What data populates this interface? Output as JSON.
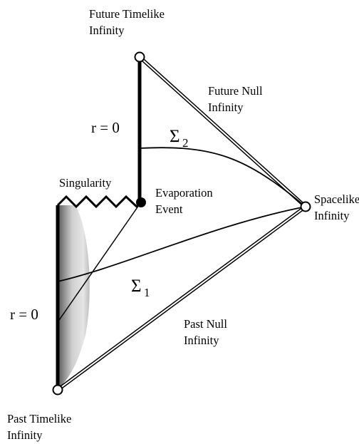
{
  "labels": {
    "future_timelike_line1": "Future Timelike",
    "future_timelike_line2": "Infinity",
    "future_null_line1": "Future Null",
    "future_null_line2": "Infinity",
    "r0_upper": "r = 0",
    "sigma2_symbol": "Σ",
    "sigma2_sub": "2",
    "singularity": "Singularity",
    "evaporation_line1": "Evaporation",
    "evaporation_line2": "Event",
    "spacelike_line1": "Spacelike",
    "spacelike_line2": "Infinity",
    "sigma1_symbol": "Σ",
    "sigma1_sub": "1",
    "r0_lower": "r = 0",
    "past_null_line1": "Past Null",
    "past_null_line2": "Infinity",
    "past_timelike_line1": "Past Timelike",
    "past_timelike_line2": "Infinity"
  }
}
